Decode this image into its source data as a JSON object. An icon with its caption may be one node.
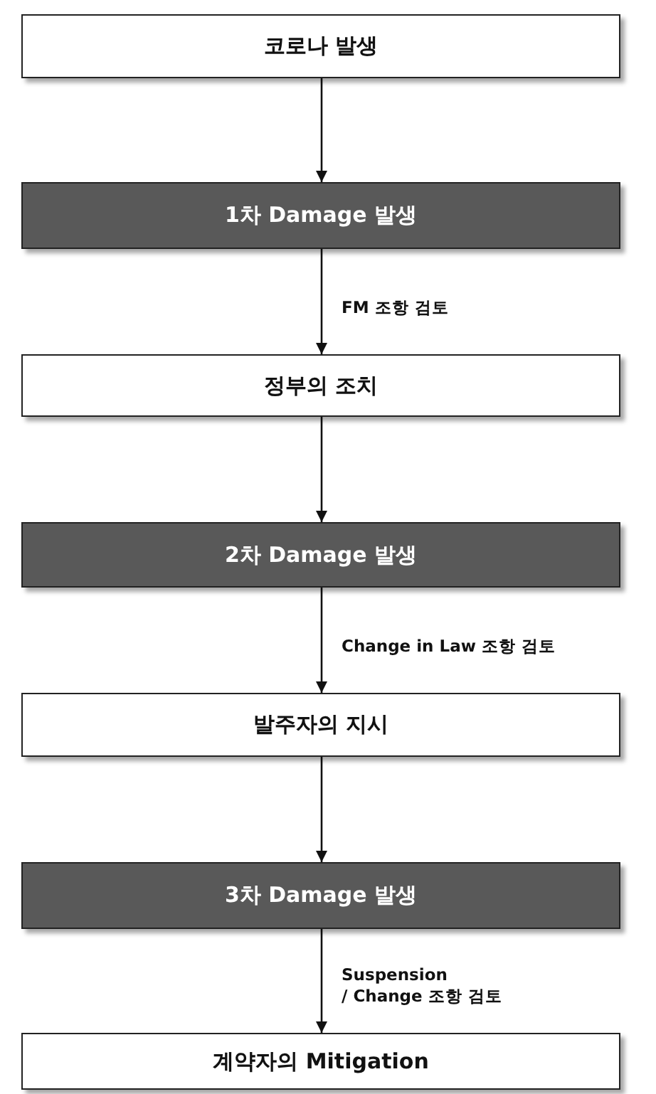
{
  "diagram": {
    "nodes": [
      {
        "text": [
          "코로나 발생"
        ]
      },
      {
        "text": [
          "1차 Damage 발생"
        ]
      },
      {
        "text": [
          "정부의 조치"
        ]
      },
      {
        "text": [
          "2차 Damage 발생"
        ]
      },
      {
        "text": [
          "발주자의 지시"
        ]
      },
      {
        "text": [
          "3차 Damage 발생"
        ]
      },
      {
        "text": [
          "계약자의 Mitigation"
        ]
      }
    ],
    "edges": [
      {
        "from": 0,
        "to": 1,
        "arrow": "to"
      },
      {
        "from": 1,
        "to": 2,
        "arrow": "to",
        "label": "FM 조항 검토"
      },
      {
        "from": 2,
        "to": 3,
        "arrow": "to"
      },
      {
        "from": 3,
        "to": 4,
        "arrow": "to",
        "label": "Change in Law 조항 검토"
      },
      {
        "from": 4,
        "to": 5,
        "arrow": "to"
      },
      {
        "from": 5,
        "to": 6,
        "arrow": "to",
        "label": "Suspension / Change 조항 검토"
      }
    ]
  }
}
